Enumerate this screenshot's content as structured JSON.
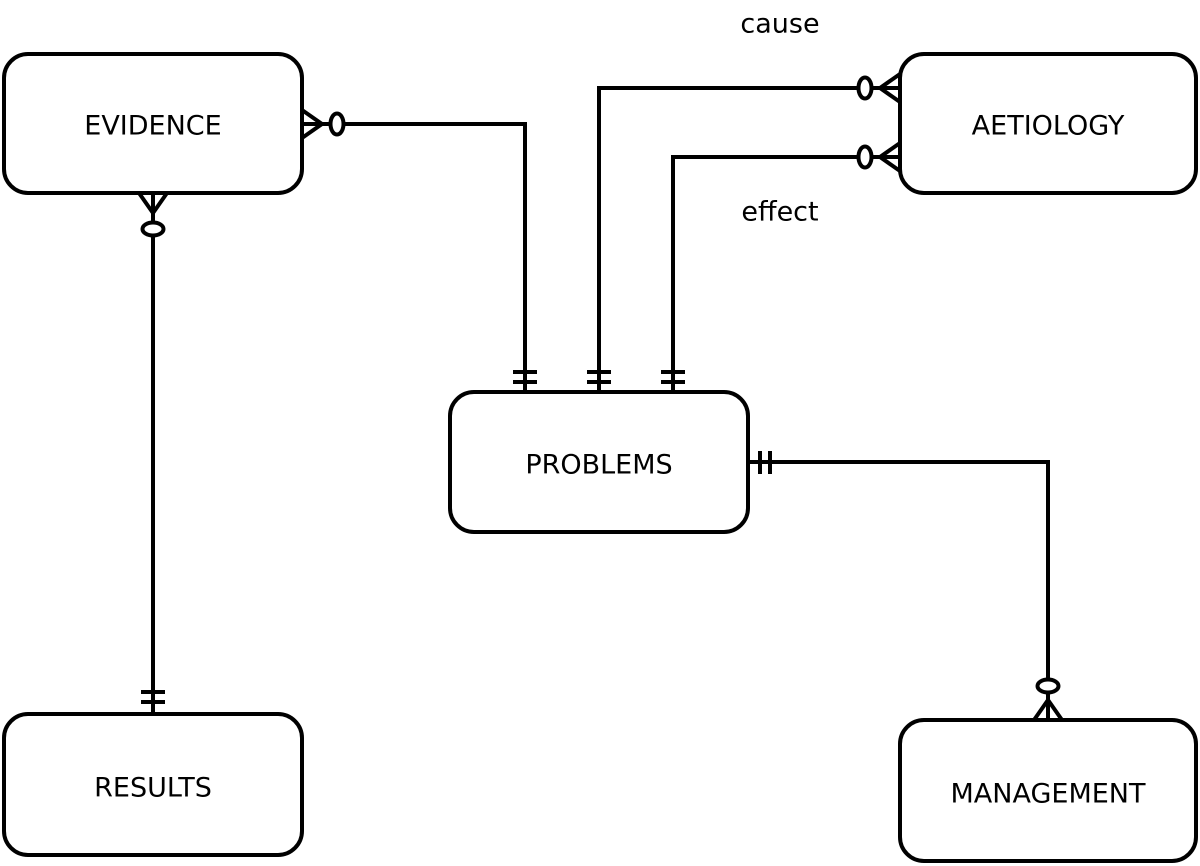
{
  "diagram": {
    "type": "entity-relationship",
    "entities": {
      "evidence": "EVIDENCE",
      "aetiology": "AETIOLOGY",
      "problems": "PROBLEMS",
      "results": "RESULTS",
      "management": "MANAGEMENT"
    },
    "relationship_labels": {
      "cause": "cause",
      "effect": "effect"
    },
    "relationships": [
      {
        "from": "EVIDENCE",
        "to": "PROBLEMS",
        "from_cardinality": "zero-or-many",
        "to_cardinality": "one-and-only-one"
      },
      {
        "from": "AETIOLOGY",
        "to": "PROBLEMS",
        "label": "cause",
        "from_cardinality": "zero-or-many",
        "to_cardinality": "one-and-only-one"
      },
      {
        "from": "AETIOLOGY",
        "to": "PROBLEMS",
        "label": "effect",
        "from_cardinality": "zero-or-many",
        "to_cardinality": "one-and-only-one"
      },
      {
        "from": "EVIDENCE",
        "to": "RESULTS",
        "from_cardinality": "zero-or-many",
        "to_cardinality": "one-and-only-one"
      },
      {
        "from": "PROBLEMS",
        "to": "MANAGEMENT",
        "from_cardinality": "one-and-only-one",
        "to_cardinality": "zero-or-many"
      }
    ]
  }
}
